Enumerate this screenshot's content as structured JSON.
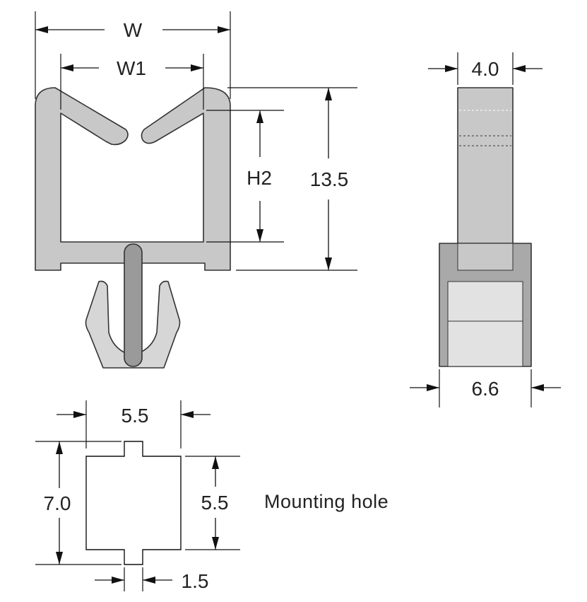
{
  "labels": {
    "w": "W",
    "w1": "W1",
    "h2": "H2",
    "height": "13.5",
    "side_top_width": "4.0",
    "side_base_width": "6.6",
    "hole_width": "5.5",
    "hole_height_total": "7.0",
    "hole_height_body": "5.5",
    "hole_notch": "1.5",
    "mounting_hole": "Mounting hole"
  },
  "colors": {
    "part_fill": "#c8c8c8",
    "base_fill": "#a9a9a9",
    "window_fill": "#e2e2e2",
    "pin_fill": "#9a9a9a",
    "outline": "#333333",
    "line": "#111111",
    "text": "#222222"
  }
}
